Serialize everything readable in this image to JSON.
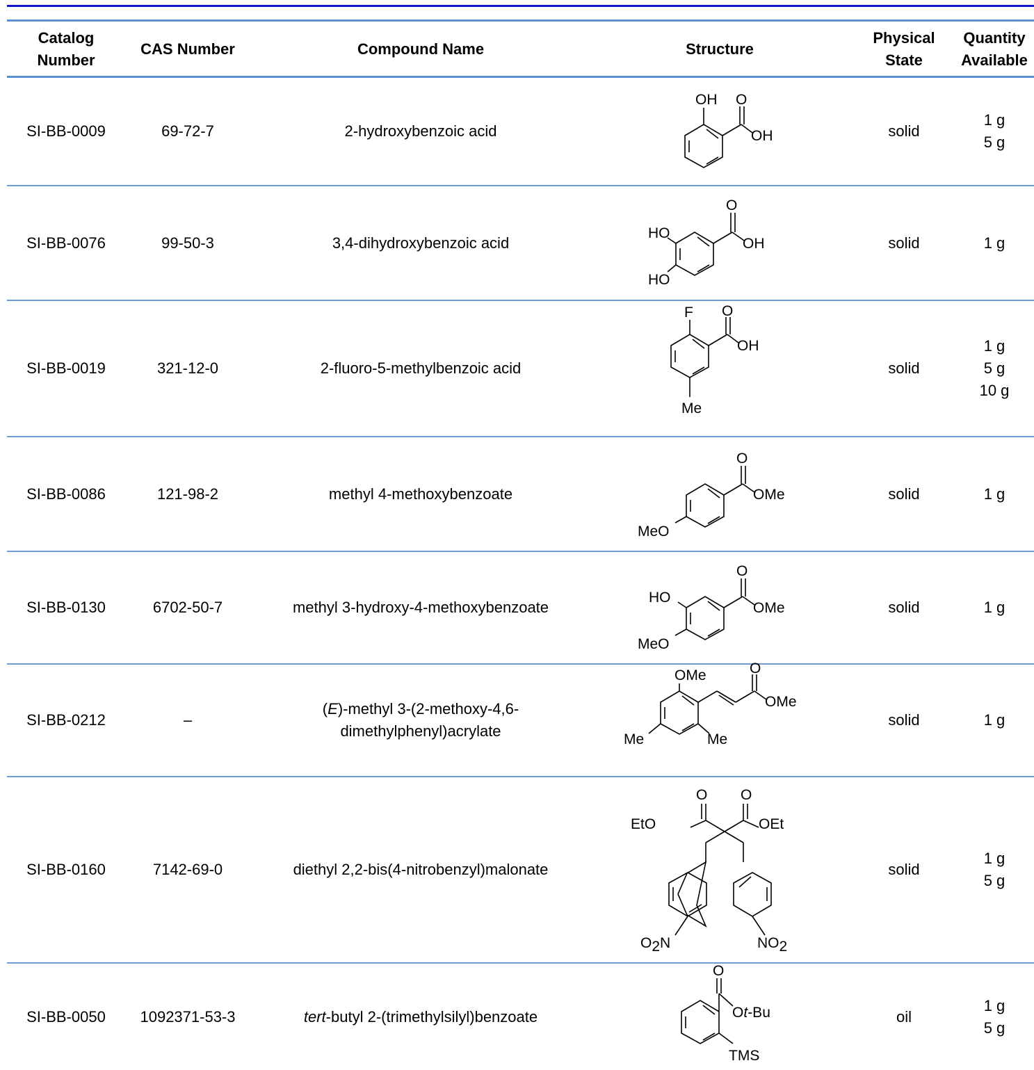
{
  "headers": {
    "catalog": [
      "Catalog",
      "Number"
    ],
    "cas": "CAS Number",
    "name": "Compound Name",
    "structure": "Structure",
    "state": [
      "Physical",
      "State"
    ],
    "quantity": [
      "Quantity",
      "Available"
    ]
  },
  "rows": [
    {
      "catalog": "SI-BB-0009",
      "cas": "69-72-7",
      "name": "2-hydroxybenzoic acid",
      "state": "solid",
      "qty": [
        "1 g",
        "5 g"
      ],
      "labels": [
        "OH",
        "O",
        "OH"
      ]
    },
    {
      "catalog": "SI-BB-0076",
      "cas": "99-50-3",
      "name": "3,4-dihydroxybenzoic acid",
      "state": "solid",
      "qty": [
        "1 g"
      ],
      "labels": [
        "O",
        "HO",
        "OH",
        "HO"
      ]
    },
    {
      "catalog": "SI-BB-0019",
      "cas": "321-12-0",
      "name": "2-fluoro-5-methylbenzoic acid",
      "state": "solid",
      "qty": [
        "1 g",
        "5 g",
        "10 g"
      ],
      "labels": [
        "F",
        "O",
        "OH",
        "Me"
      ]
    },
    {
      "catalog": "SI-BB-0086",
      "cas": "121-98-2",
      "name": "methyl 4-methoxybenzoate",
      "state": "solid",
      "qty": [
        "1 g"
      ],
      "labels": [
        "O",
        "OMe",
        "MeO"
      ]
    },
    {
      "catalog": "SI-BB-0130",
      "cas": "6702-50-7",
      "name": "methyl 3-hydroxy-4-methoxybenzoate",
      "state": "solid",
      "qty": [
        "1 g"
      ],
      "labels": [
        "O",
        "HO",
        "OMe",
        "MeO"
      ]
    },
    {
      "catalog": "SI-BB-0212",
      "cas": "–",
      "name_prefix": "(",
      "name_italic": "E",
      "name_rest": ")-methyl 3-(2-methoxy-4,6-",
      "name_line2": "dimethylphenyl)acrylate",
      "state": "solid",
      "qty": [
        "1 g"
      ],
      "labels": [
        "OMe",
        "O",
        "OMe",
        "Me",
        "Me"
      ]
    },
    {
      "catalog": "SI-BB-0160",
      "cas": "7142-69-0",
      "name": "diethyl 2,2-bis(4-nitrobenzyl)malonate",
      "state": "solid",
      "qty": [
        "1 g",
        "5 g"
      ],
      "labels": [
        "O",
        "O",
        "EtO",
        "OEt",
        "O",
        "N",
        "NO",
        "2",
        "2"
      ]
    },
    {
      "catalog": "SI-BB-0050",
      "cas": "1092371-53-3",
      "name_italic": "tert",
      "name_rest": "-butyl 2-(trimethylsilyl)benzoate",
      "state": "oil",
      "qty": [
        "1 g",
        "5 g"
      ],
      "labels": [
        "O",
        "O",
        "t",
        "-Bu",
        "TMS"
      ]
    }
  ]
}
